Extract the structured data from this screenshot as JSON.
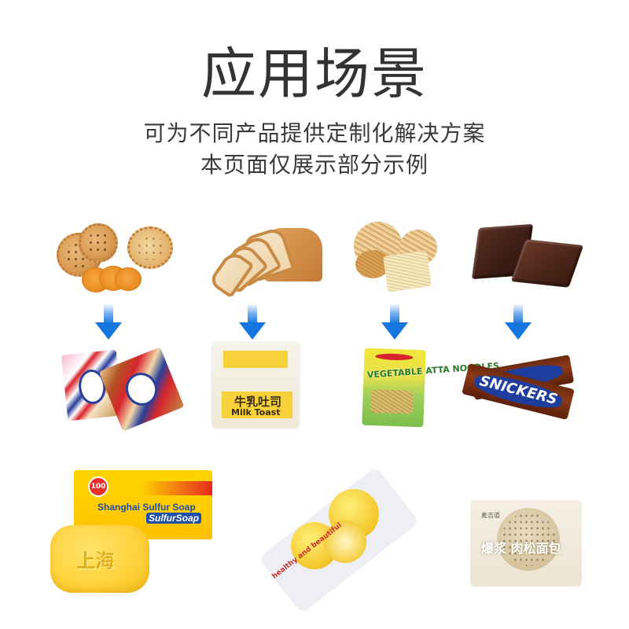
{
  "header": {
    "title": "应用场景",
    "subtitle_line1": "可为不同产品提供定制化解决方案",
    "subtitle_line2": "本页面仅展示部分示例"
  },
  "colors": {
    "text": "#333333",
    "arrow": "#1676e0",
    "background": "#ffffff"
  },
  "columns": [
    {
      "raw_item": "crackers-and-cookies-image",
      "arrow_icon": "down-arrow-icon",
      "packaged_item": "packaged-biscuits-image"
    },
    {
      "raw_item": "sliced-bread-loaf-image",
      "arrow_icon": "down-arrow-icon",
      "packaged_item": "packaged-milk-toast-image",
      "package_text_cn": "牛乳吐司",
      "package_text_en": "Milk Toast"
    },
    {
      "raw_item": "instant-noodle-blocks-image",
      "arrow_icon": "down-arrow-icon",
      "packaged_item": "packaged-noodles-image",
      "package_text": "VEGETABLE ATTA NOODLES"
    },
    {
      "raw_item": "chocolate-pieces-image",
      "arrow_icon": "down-arrow-icon",
      "packaged_item": "snickers-bars-image",
      "package_text": "SNICKERS"
    }
  ],
  "bottom_row": {
    "soap": {
      "pack_title": "Shanghai Sulfur Soap",
      "pack_sub": "SulfurSoap",
      "badge": "100",
      "emboss": "上海"
    },
    "lemon_pack": {
      "label": "healthy and beautiful"
    },
    "bun_pack": {
      "brand": "麦吉道",
      "text": "爆浆 肉松面包"
    }
  }
}
